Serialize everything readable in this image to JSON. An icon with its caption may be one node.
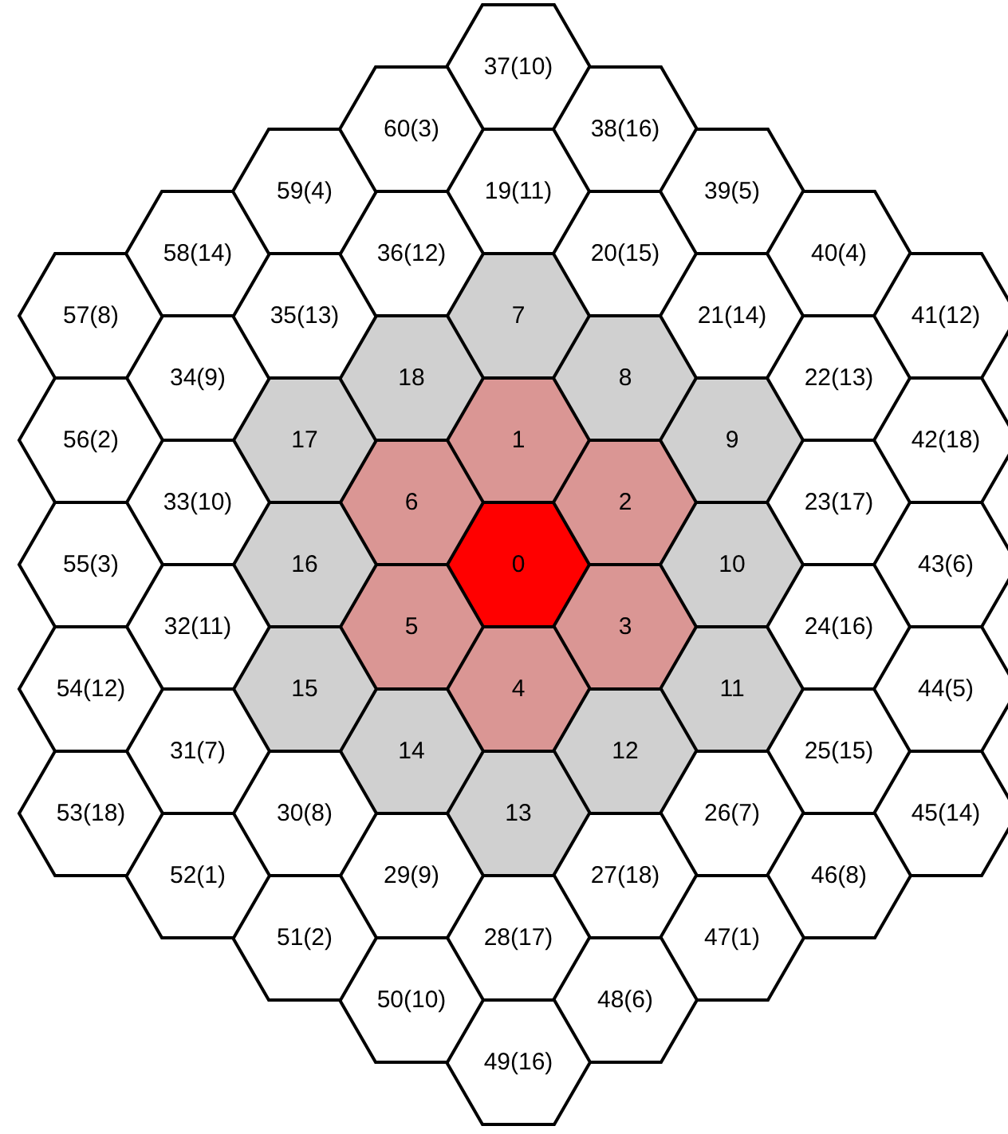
{
  "diagram": {
    "nodes": [
      {
        "text": [
          "0"
        ]
      },
      {
        "text": [
          "1"
        ]
      },
      {
        "text": [
          "2"
        ]
      },
      {
        "text": [
          "3"
        ]
      },
      {
        "text": [
          "4"
        ]
      },
      {
        "text": [
          "5"
        ]
      },
      {
        "text": [
          "6"
        ]
      },
      {
        "text": [
          "7"
        ]
      },
      {
        "text": [
          "8"
        ]
      },
      {
        "text": [
          "9"
        ]
      },
      {
        "text": [
          "10"
        ]
      },
      {
        "text": [
          "11"
        ]
      },
      {
        "text": [
          "12"
        ]
      },
      {
        "text": [
          "13"
        ]
      },
      {
        "text": [
          "14"
        ]
      },
      {
        "text": [
          "15"
        ]
      },
      {
        "text": [
          "16"
        ]
      },
      {
        "text": [
          "17"
        ]
      },
      {
        "text": [
          "18"
        ]
      },
      {
        "text": [
          "19(11)"
        ]
      },
      {
        "text": [
          "20(15)"
        ]
      },
      {
        "text": [
          "21(14)"
        ]
      },
      {
        "text": [
          "22(13)"
        ]
      },
      {
        "text": [
          "23(17)"
        ]
      },
      {
        "text": [
          "24(16)"
        ]
      },
      {
        "text": [
          "25(15)"
        ]
      },
      {
        "text": [
          "26(7)"
        ]
      },
      {
        "text": [
          "27(18)"
        ]
      },
      {
        "text": [
          "28(17)"
        ]
      },
      {
        "text": [
          "29(9)"
        ]
      },
      {
        "text": [
          "30(8)"
        ]
      },
      {
        "text": [
          "31(7)"
        ]
      },
      {
        "text": [
          "32(11)"
        ]
      },
      {
        "text": [
          "33(10)"
        ]
      },
      {
        "text": [
          "34(9)"
        ]
      },
      {
        "text": [
          "35(13)"
        ]
      },
      {
        "text": [
          "36(12)"
        ]
      },
      {
        "text": [
          "37(10)"
        ]
      },
      {
        "text": [
          "38(16)"
        ]
      },
      {
        "text": [
          "39(5)"
        ]
      },
      {
        "text": [
          "40(4)"
        ]
      },
      {
        "text": [
          "41(12)"
        ]
      },
      {
        "text": [
          "42(18)"
        ]
      },
      {
        "text": [
          "43(6)"
        ]
      },
      {
        "text": [
          "44(5)"
        ]
      },
      {
        "text": [
          "45(14)"
        ]
      },
      {
        "text": [
          "46(8)"
        ]
      },
      {
        "text": [
          "47(1)"
        ]
      },
      {
        "text": [
          "48(6)"
        ]
      },
      {
        "text": [
          "49(16)"
        ]
      },
      {
        "text": [
          "50(10)"
        ]
      },
      {
        "text": [
          "51(2)"
        ]
      },
      {
        "text": [
          "52(1)"
        ]
      },
      {
        "text": [
          "53(18)"
        ]
      },
      {
        "text": [
          "54(12)"
        ]
      },
      {
        "text": [
          "55(3)"
        ]
      },
      {
        "text": [
          "56(2)"
        ]
      },
      {
        "text": [
          "57(8)"
        ]
      },
      {
        "text": [
          "58(14)"
        ]
      },
      {
        "text": [
          "59(4)"
        ]
      },
      {
        "text": [
          "60(3)"
        ]
      }
    ]
  }
}
